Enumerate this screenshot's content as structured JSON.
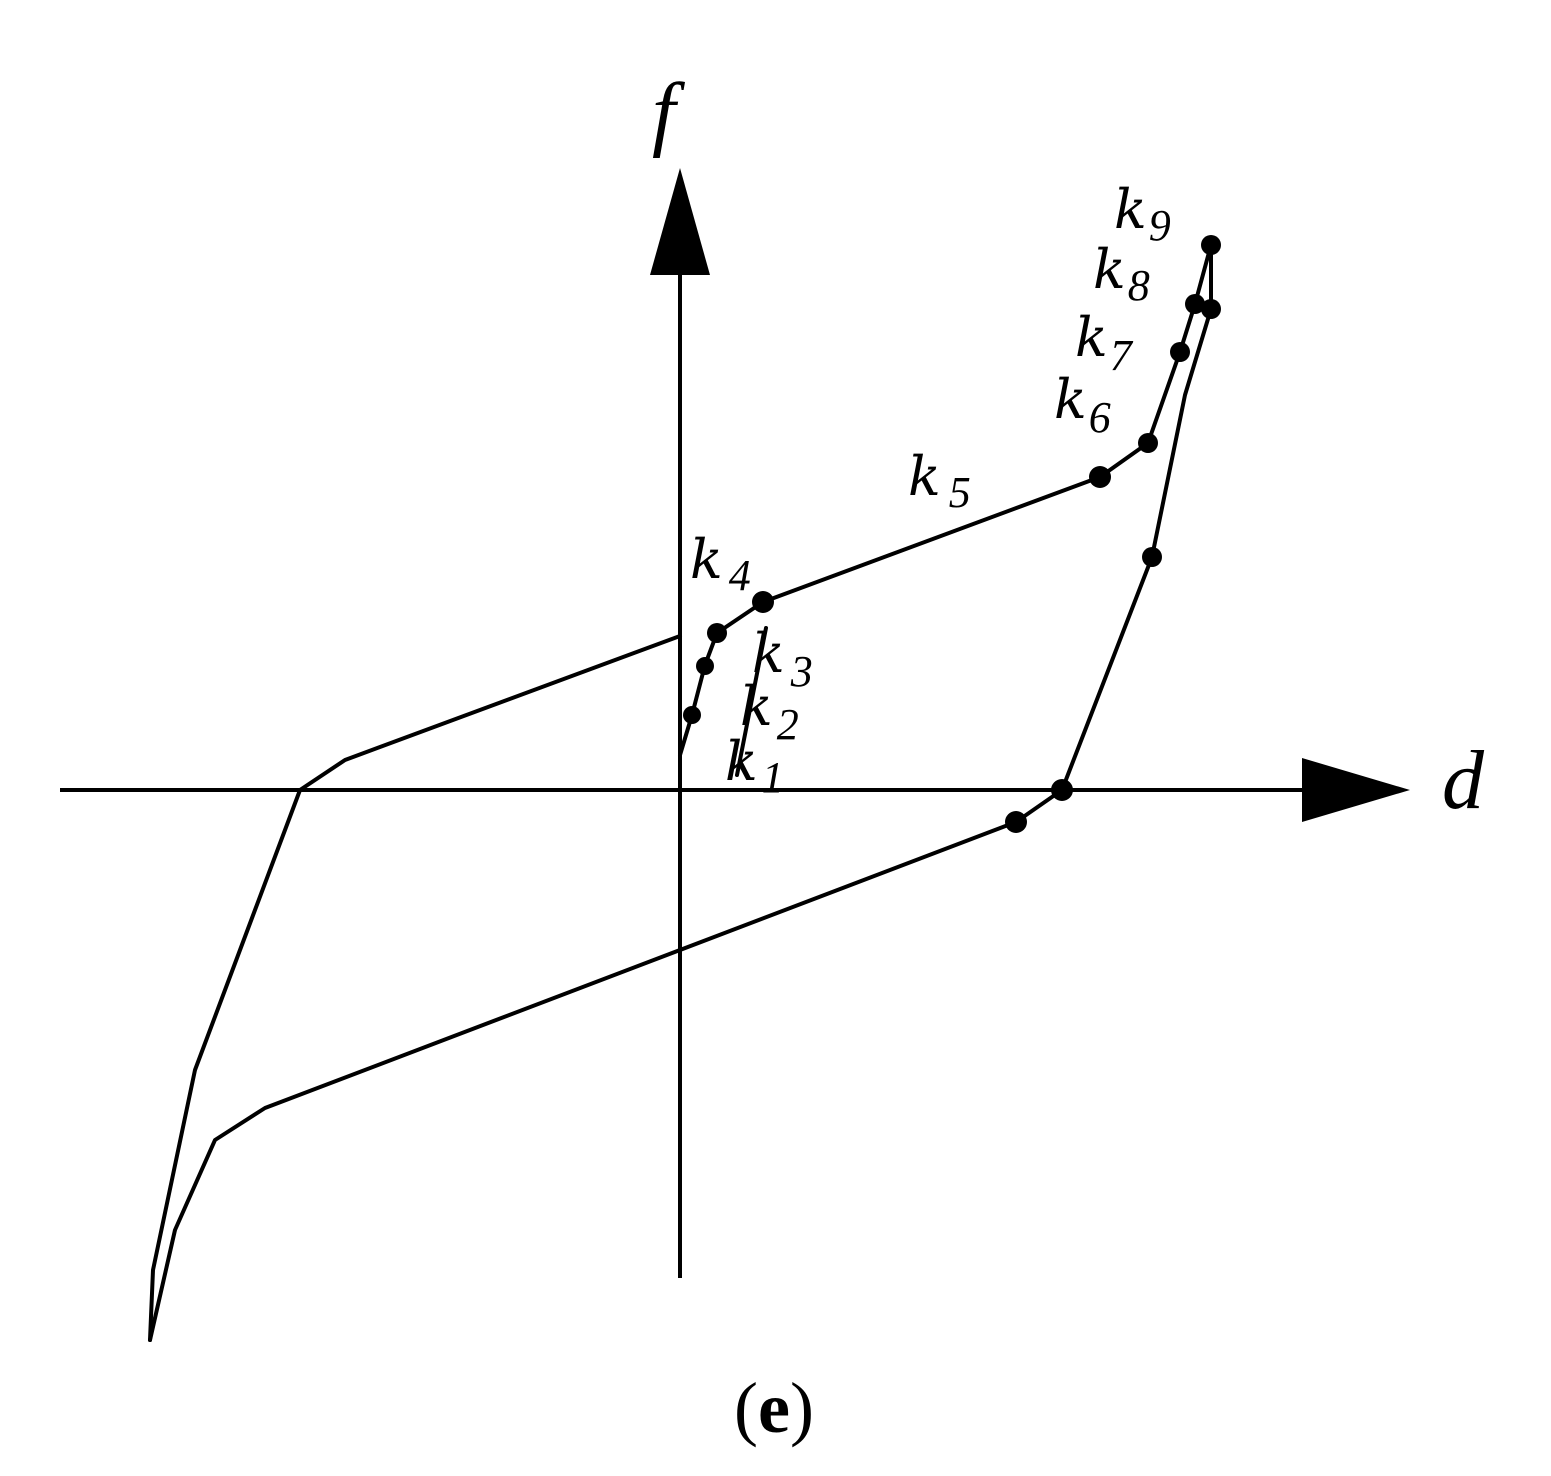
{
  "figure": {
    "axis_y_label": "f",
    "axis_x_label": "d",
    "caption_open": "(",
    "caption_letter": "e",
    "caption_close": ")",
    "stiffness_labels": [
      {
        "base": "k",
        "sub": "1"
      },
      {
        "base": "k",
        "sub": "2"
      },
      {
        "base": "k",
        "sub": "3"
      },
      {
        "base": "k",
        "sub": "4"
      },
      {
        "base": "k",
        "sub": "5"
      },
      {
        "base": "k",
        "sub": "6"
      },
      {
        "base": "k",
        "sub": "7"
      },
      {
        "base": "k",
        "sub": "8"
      },
      {
        "base": "k",
        "sub": "9"
      }
    ],
    "line_color": "#000000",
    "background": "#ffffff"
  }
}
